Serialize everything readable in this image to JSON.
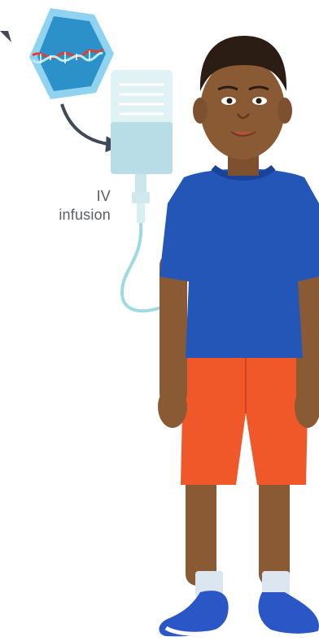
{
  "figure": {
    "label_line1": "IV",
    "label_line2": "infusion"
  },
  "icons": [
    "gene-therapy-vector-icon",
    "iv-bag-icon",
    "child-illustration"
  ],
  "colors": {
    "hexagon": "#2c91c9",
    "hexagon_border": "#8fd3f0",
    "iv_bag": "#d7eef2",
    "iv_tube": "#9edbe0",
    "arrow": "#3f4a56",
    "shirt": "#2456b8",
    "shorts": "#f0582a",
    "skin": "#8a5a34",
    "hair": "#2b1d14",
    "shoes": "#2a56c6"
  }
}
